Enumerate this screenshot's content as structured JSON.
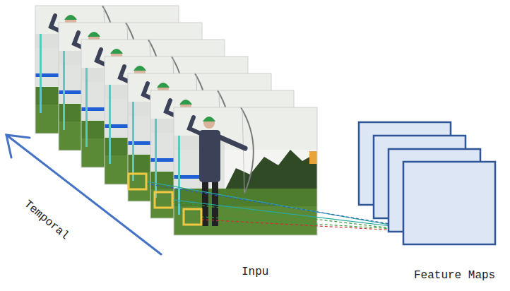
{
  "diagram": {
    "labels": [
      "Temporal",
      "Inpu",
      "Feature Maps"
    ]
  }
}
